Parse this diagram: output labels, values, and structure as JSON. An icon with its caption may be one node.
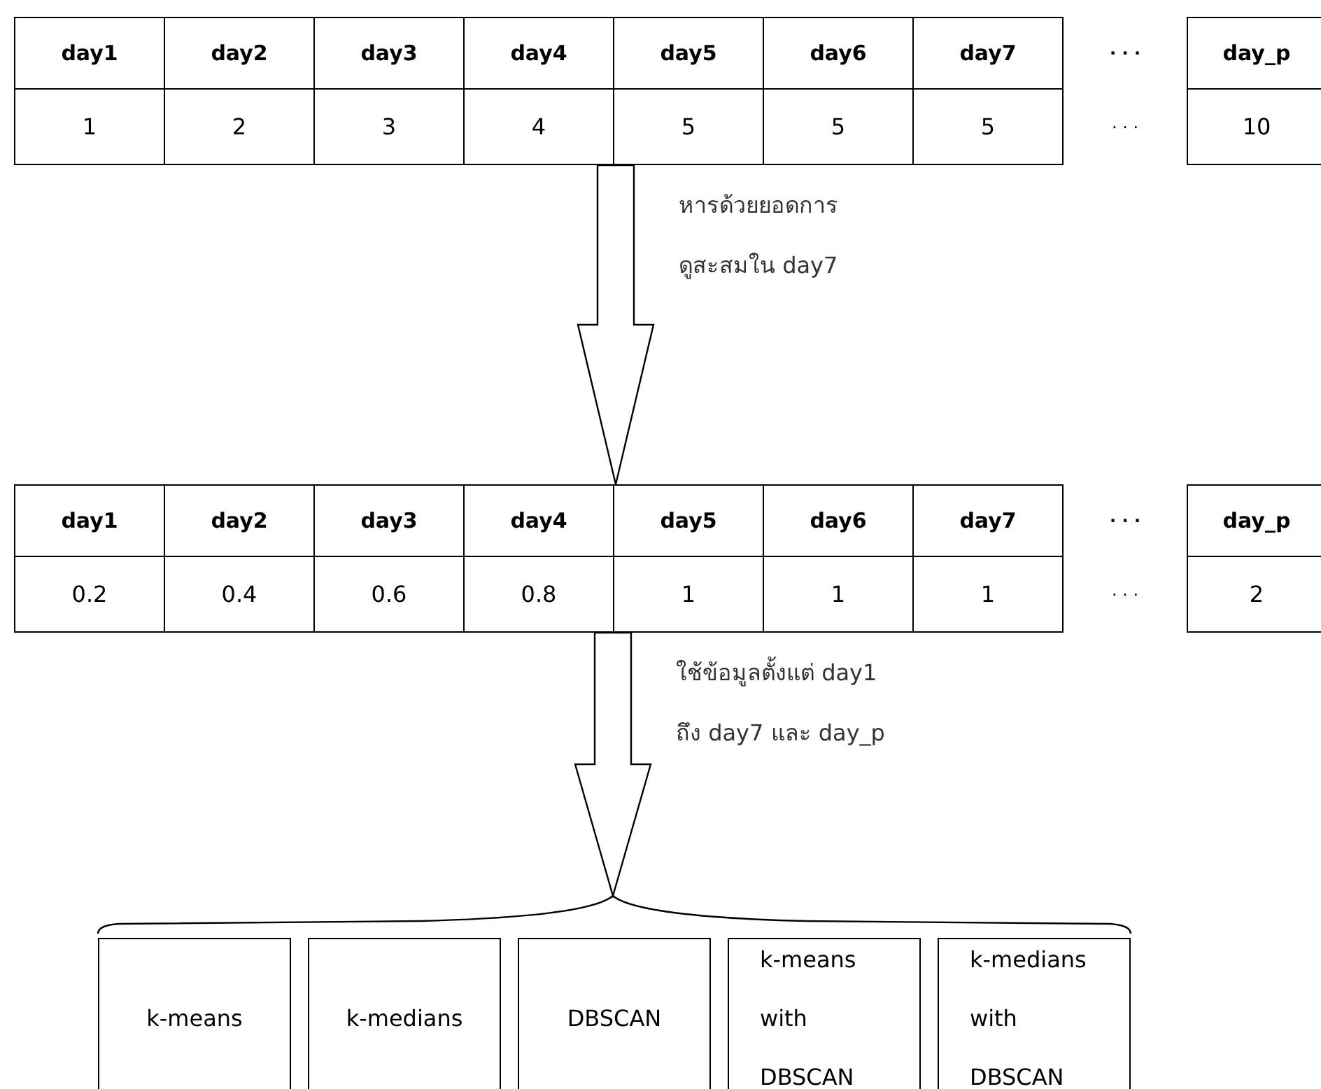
{
  "diagram": {
    "nodes": [
      {
        "text": [
          "day1",
          "day2",
          "day3",
          "day4",
          "day5",
          "day6",
          "day7",
          "· · ·",
          "day_p",
          "1",
          "2",
          "3",
          "4",
          "5",
          "5",
          "5",
          "· · ·",
          "10"
        ]
      },
      {
        "text": [
          "day1",
          "day2",
          "day3",
          "day4",
          "day5",
          "day6",
          "day7",
          "· · ·",
          "day_p",
          "0.2",
          "0.4",
          "0.6",
          "0.8",
          "1",
          "1",
          "1",
          "· · ·",
          "2"
        ]
      },
      {
        "text": [
          "k-means"
        ]
      },
      {
        "text": [
          "k-medians"
        ]
      },
      {
        "text": [
          "DBSCAN"
        ]
      },
      {
        "text": [
          "k-means with DBSCAN"
        ]
      },
      {
        "text": [
          "k-medians with DBSCAN"
        ]
      }
    ],
    "edges": [
      {
        "from": 0,
        "to": 1,
        "arrow": "to",
        "label": "หารด้วยยอดการ ดูสะสมใน day7"
      },
      {
        "from": 1,
        "to": null,
        "arrow": "to",
        "label": "ใช้ข้อมูลตั้งแต่ day1 ถึง day7 และ day_p"
      }
    ]
  }
}
